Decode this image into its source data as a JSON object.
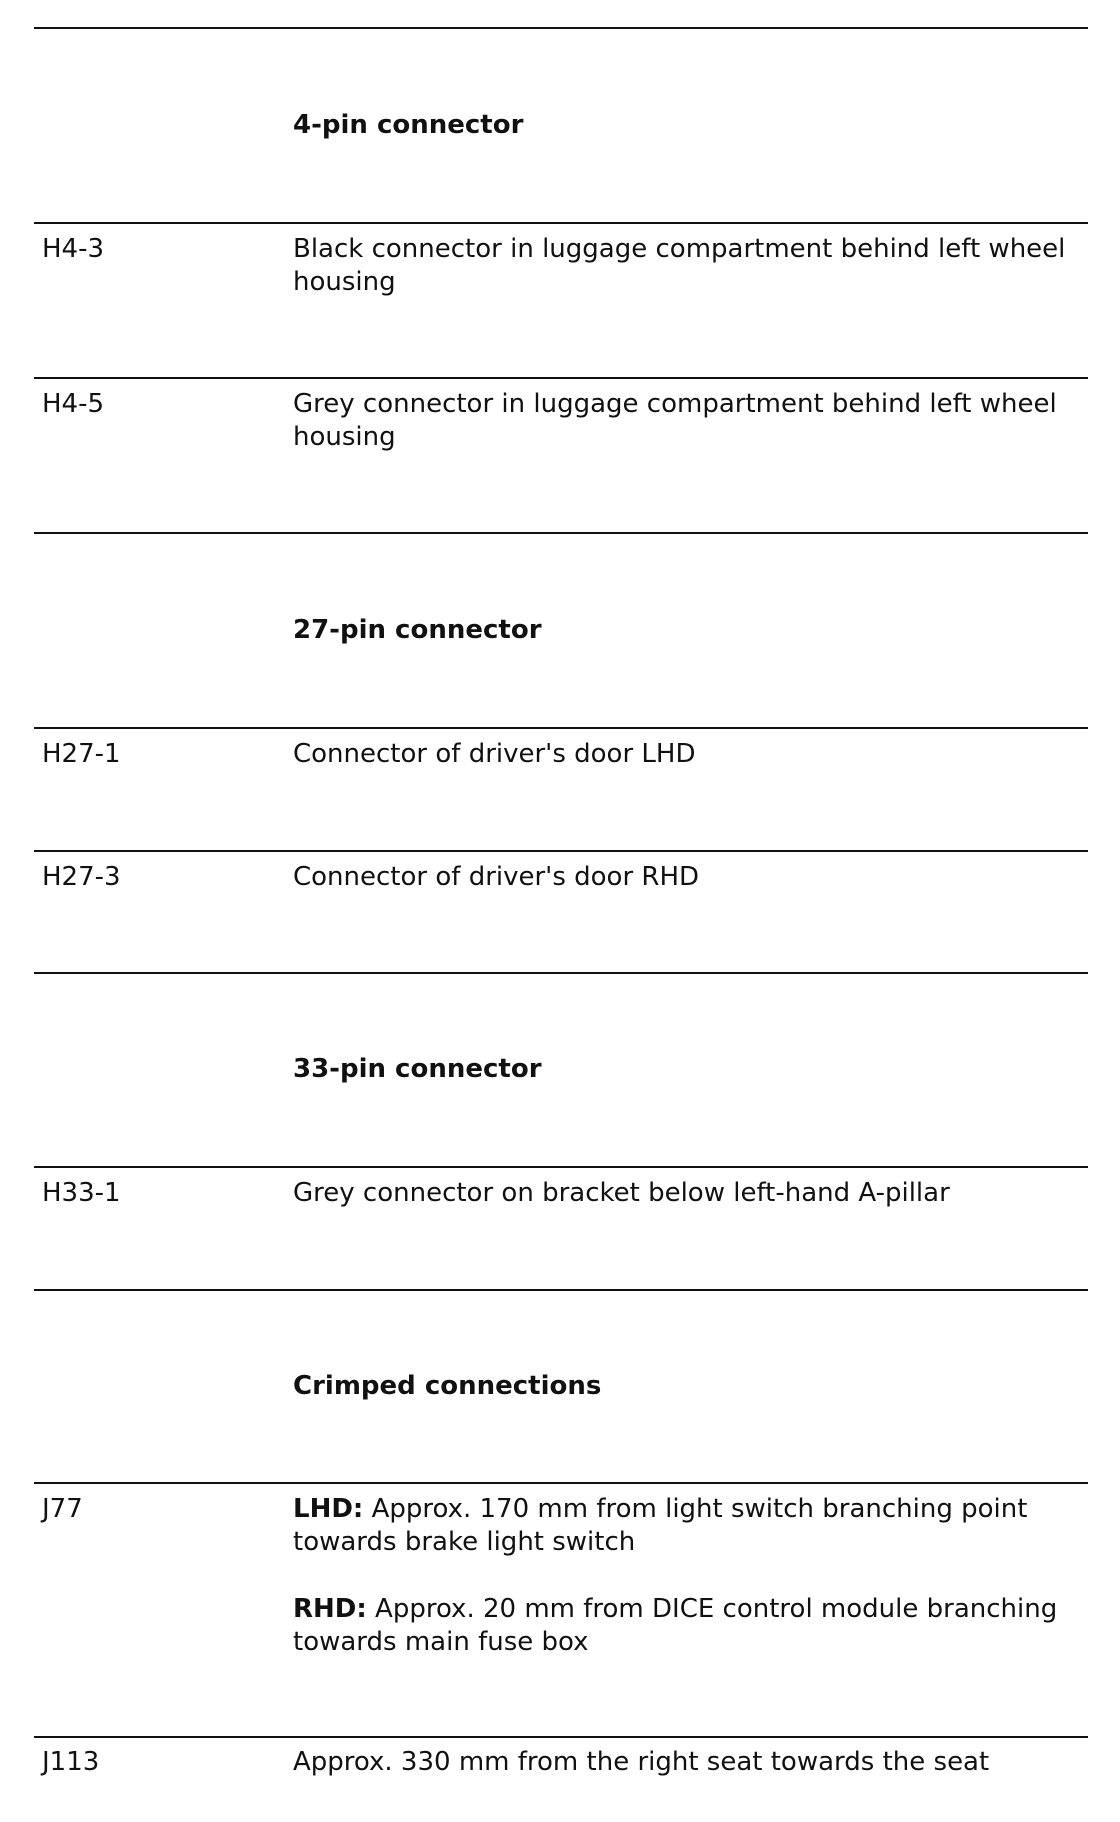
{
  "sections": [
    {
      "heading": "4-pin connector",
      "rows": [
        {
          "code": "H4-3",
          "text": "Black connector in luggage compartment behind left wheel housing"
        },
        {
          "code": "H4-5",
          "text": "Grey connector in luggage compartment behind left wheel housing"
        }
      ]
    },
    {
      "heading": "27-pin connector",
      "rows": [
        {
          "code": "H27-1",
          "text": "Connector of driver's door LHD"
        },
        {
          "code": "H27-3",
          "text": "Connector of driver's door RHD"
        }
      ]
    },
    {
      "heading": "33-pin connector",
      "rows": [
        {
          "code": "H33-1",
          "text": "Grey connector on bracket below left-hand A-pillar"
        }
      ]
    },
    {
      "heading": "Crimped connections",
      "rows": [
        {
          "code": "J77",
          "lhd_label": "LHD:",
          "lhd_text": "Approx. 170 mm from light switch branching point towards brake light switch",
          "rhd_label": "RHD:",
          "rhd_text": "Approx. 20 mm from DICE control module branching towards main fuse box"
        },
        {
          "code": "J113",
          "text": "Approx. 330 mm from the right seat towards the seat"
        }
      ]
    }
  ]
}
